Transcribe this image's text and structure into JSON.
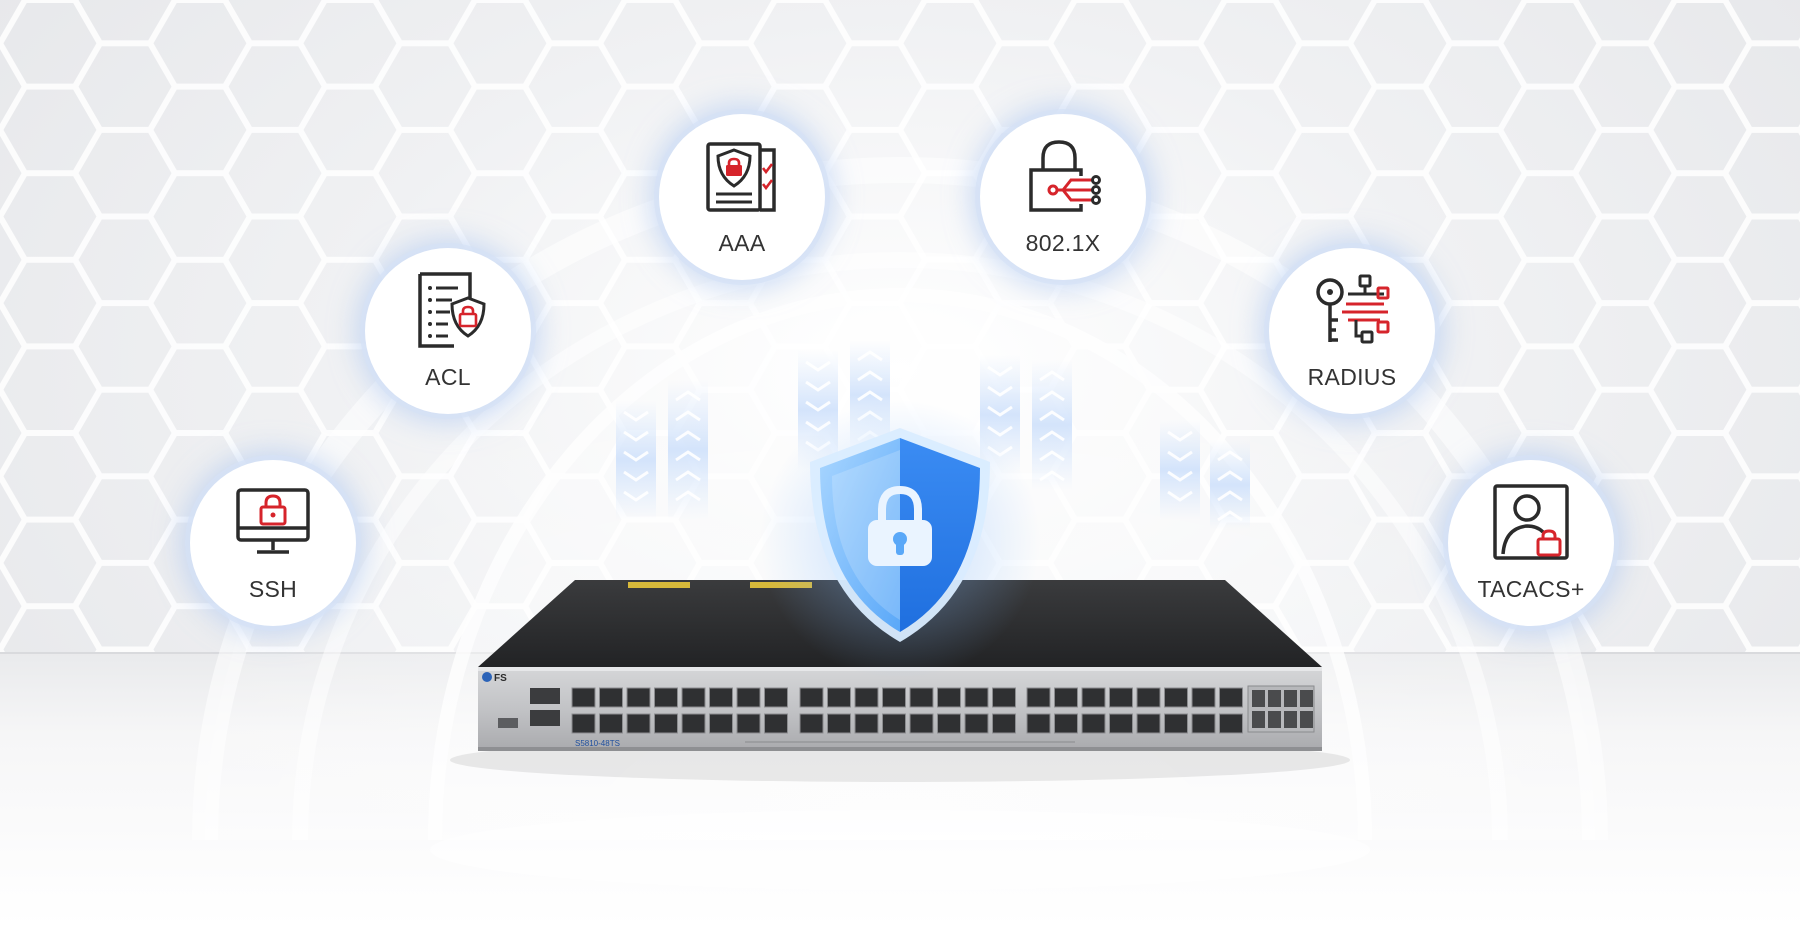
{
  "badges": {
    "ssh": {
      "label": "SSH",
      "icon": "monitor-lock-icon"
    },
    "acl": {
      "label": "ACL",
      "icon": "document-shield-icon"
    },
    "aaa": {
      "label": "AAA",
      "icon": "certificate-shield-icon"
    },
    "dot1x": {
      "label": "802.1X",
      "icon": "circuit-lock-icon"
    },
    "radius": {
      "label": "RADIUS",
      "icon": "key-network-icon"
    },
    "tacacs": {
      "label": "TACACS+",
      "icon": "user-lock-icon"
    }
  },
  "switch": {
    "brand": "FS",
    "model": "S5810-48TS"
  },
  "colors": {
    "accent_red": "#d6242b",
    "icon_dark": "#2b2b2b",
    "shield_blue": "#3a8cf0",
    "glow_blue": "#bcd1f3"
  }
}
